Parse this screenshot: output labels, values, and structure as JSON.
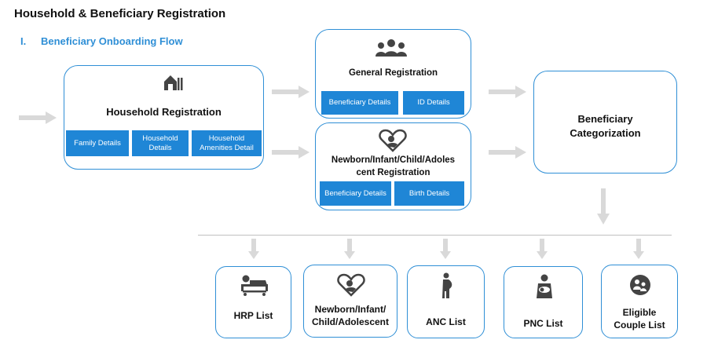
{
  "title": "Household & Beneficiary Registration",
  "section": {
    "number": "I.",
    "label": "Beneficiary Onboarding Flow"
  },
  "household": {
    "title": "Household Registration",
    "icon": "house-icon",
    "buttons": [
      "Family Details",
      "Household Details",
      "Household Amenities Detail"
    ]
  },
  "general": {
    "title": "General Registration",
    "icon": "group-people-icon",
    "buttons": [
      "Beneficiary Details",
      "ID Details"
    ]
  },
  "newborn": {
    "title": "Newborn/Infant/Child/Adolescent Registration",
    "title_line1": "Newborn/Infant/Child/Adoles",
    "title_line2": "cent Registration",
    "icon": "heart-baby-icon",
    "buttons": [
      "Beneficiary Details",
      "Birth Details"
    ]
  },
  "categorization": {
    "line1": "Beneficiary",
    "line2": "Categorization"
  },
  "lists": [
    {
      "label": "HRP List",
      "icon": "hospital-bed-icon"
    },
    {
      "label_line1": "Newborn/Infant/",
      "label_line2": "Child/Adolescent",
      "icon": "heart-baby-icon"
    },
    {
      "label": "ANC List",
      "icon": "pregnant-woman-icon"
    },
    {
      "label": "PNC List",
      "icon": "mother-baby-icon"
    },
    {
      "label_line1": "Eligible",
      "label_line2": "Couple List",
      "icon": "couple-circle-icon"
    }
  ],
  "colors": {
    "accent": "#2f8fd6",
    "button": "#1f86d6",
    "arrow": "#d9d9d9",
    "icon": "#444444"
  }
}
